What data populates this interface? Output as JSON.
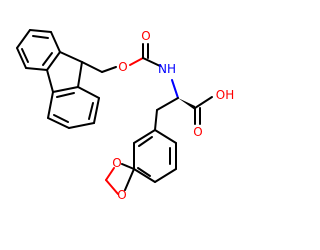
{
  "molecule": {
    "atoms": {
      "carbonyl_o": "O",
      "carbamate_o": "O",
      "nh": "NH",
      "oh": "OH",
      "acid_o": "O",
      "dioxole_o_top": "O",
      "dioxole_o_bottom": "O"
    },
    "colors": {
      "bond": "#000000",
      "oxygen": "#ff0000",
      "nitrogen": "#0000ff",
      "background": "#ffffff"
    }
  }
}
